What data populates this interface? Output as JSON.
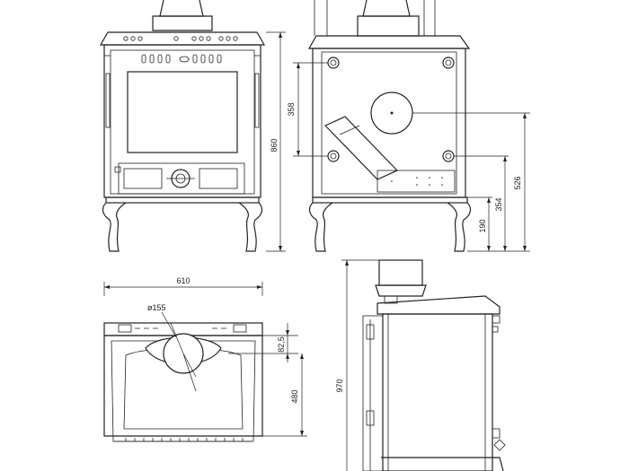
{
  "dimensions": {
    "front_height": "860",
    "rear_height_358": "358",
    "rear_height_526": "526",
    "rear_height_354": "354",
    "rear_height_190": "190",
    "top_width": "610",
    "flue_diameter": "ø155",
    "top_offset": "82,5",
    "top_depth": "480",
    "side_height": "970"
  }
}
